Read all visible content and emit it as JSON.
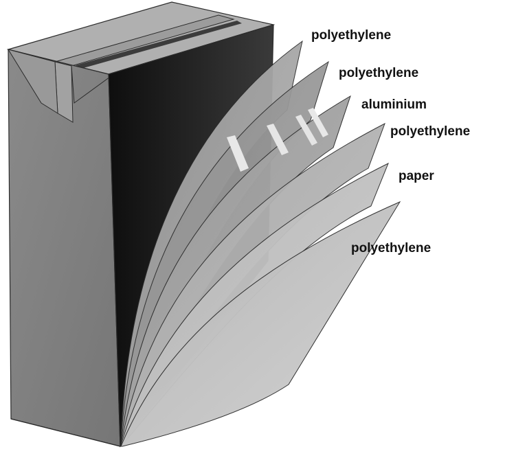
{
  "diagram": {
    "layers": [
      {
        "label": "polyethylene"
      },
      {
        "label": "polyethylene"
      },
      {
        "label": "aluminium"
      },
      {
        "label": "polyethylene"
      },
      {
        "label": "paper"
      },
      {
        "label": "polyethylene"
      }
    ]
  }
}
